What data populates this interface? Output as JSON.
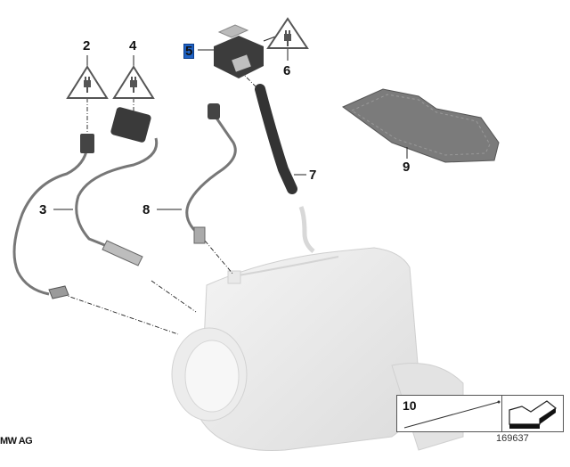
{
  "diagram": {
    "callouts": [
      {
        "id": "2",
        "label": "2"
      },
      {
        "id": "3",
        "label": "3"
      },
      {
        "id": "4",
        "label": "4"
      },
      {
        "id": "5",
        "label": "5",
        "highlighted": true
      },
      {
        "id": "6",
        "label": "6"
      },
      {
        "id": "7",
        "label": "7"
      },
      {
        "id": "8",
        "label": "8"
      },
      {
        "id": "9",
        "label": "9"
      }
    ],
    "legend": {
      "item_number": "10",
      "icon": "arrow-left-down-icon"
    },
    "reference_number": "169637",
    "copyright": "MW AG",
    "warning_icon": "electrical-plug-warning-triangle-icon",
    "colors": {
      "highlight": "#1f63c6",
      "part_dark": "#4a4a4a",
      "part_light": "#e6e6e6",
      "line": "#222222"
    }
  }
}
